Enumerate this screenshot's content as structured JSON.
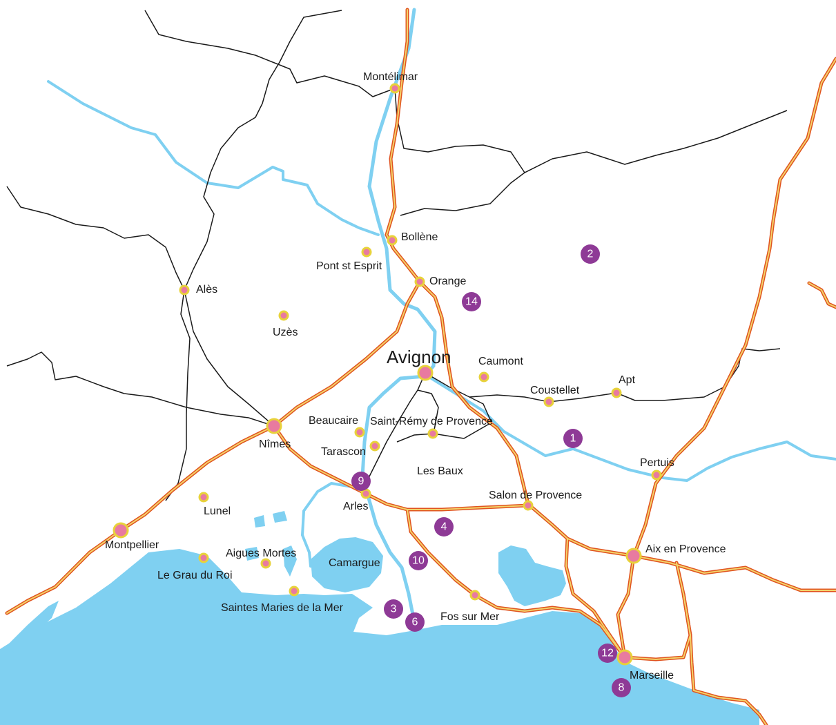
{
  "colors": {
    "sea": "#7fd0f1",
    "river": "#7fd0f1",
    "road": "#1a1a1a",
    "highway_outer": "#e0531f",
    "highway_inner": "#f3d36a",
    "city_dot_fill": "#e87aa0",
    "city_dot_ring": "#e8d23a",
    "marker": "#8e3a96",
    "marker_text": "#ffffff"
  },
  "cities": [
    {
      "id": "montelimar",
      "label": "Montélimar",
      "size": "small"
    },
    {
      "id": "bollene",
      "label": "Bollène",
      "size": "small"
    },
    {
      "id": "pont-st-esprit",
      "label": "Pont st Esprit",
      "size": "small"
    },
    {
      "id": "orange",
      "label": "Orange",
      "size": "small"
    },
    {
      "id": "ales",
      "label": "Alès",
      "size": "small"
    },
    {
      "id": "uzes",
      "label": "Uzès",
      "size": "small"
    },
    {
      "id": "avignon",
      "label": "Avignon",
      "size": "big"
    },
    {
      "id": "caumont",
      "label": "Caumont",
      "size": "small"
    },
    {
      "id": "coustellet",
      "label": "Coustellet",
      "size": "small"
    },
    {
      "id": "apt",
      "label": "Apt",
      "size": "small"
    },
    {
      "id": "beaucaire",
      "label": "Beaucaire",
      "size": "small"
    },
    {
      "id": "saint-remy",
      "label": "Saint-Rémy de Provence",
      "size": "small"
    },
    {
      "id": "nimes",
      "label": "Nîmes",
      "size": "medium"
    },
    {
      "id": "tarascon",
      "label": "Tarascon",
      "size": "small"
    },
    {
      "id": "les-baux",
      "label": "Les Baux",
      "size": "none"
    },
    {
      "id": "pertuis",
      "label": "Pertuis",
      "size": "small"
    },
    {
      "id": "arles",
      "label": "Arles",
      "size": "small"
    },
    {
      "id": "salon",
      "label": "Salon de Provence",
      "size": "small"
    },
    {
      "id": "lunel",
      "label": "Lunel",
      "size": "small"
    },
    {
      "id": "montpellier",
      "label": "Montpellier",
      "size": "medium"
    },
    {
      "id": "aigues-mortes",
      "label": "Aigues Mortes",
      "size": "small"
    },
    {
      "id": "le-grau-du-roi",
      "label": "Le Grau du Roi",
      "size": "small"
    },
    {
      "id": "camargue",
      "label": "Camargue",
      "size": "none"
    },
    {
      "id": "saintes-maries",
      "label": "Saintes Maries de la Mer",
      "size": "small"
    },
    {
      "id": "aix",
      "label": "Aix en Provence",
      "size": "medium"
    },
    {
      "id": "fos",
      "label": "Fos sur Mer",
      "size": "small"
    },
    {
      "id": "marseille",
      "label": "Marseille",
      "size": "medium"
    }
  ],
  "markers": [
    {
      "id": "m1",
      "label": "1"
    },
    {
      "id": "m2",
      "label": "2"
    },
    {
      "id": "m3",
      "label": "3"
    },
    {
      "id": "m4",
      "label": "4"
    },
    {
      "id": "m6",
      "label": "6"
    },
    {
      "id": "m8",
      "label": "8"
    },
    {
      "id": "m9",
      "label": "9"
    },
    {
      "id": "m10",
      "label": "10"
    },
    {
      "id": "m12",
      "label": "12"
    },
    {
      "id": "m14",
      "label": "14"
    }
  ]
}
